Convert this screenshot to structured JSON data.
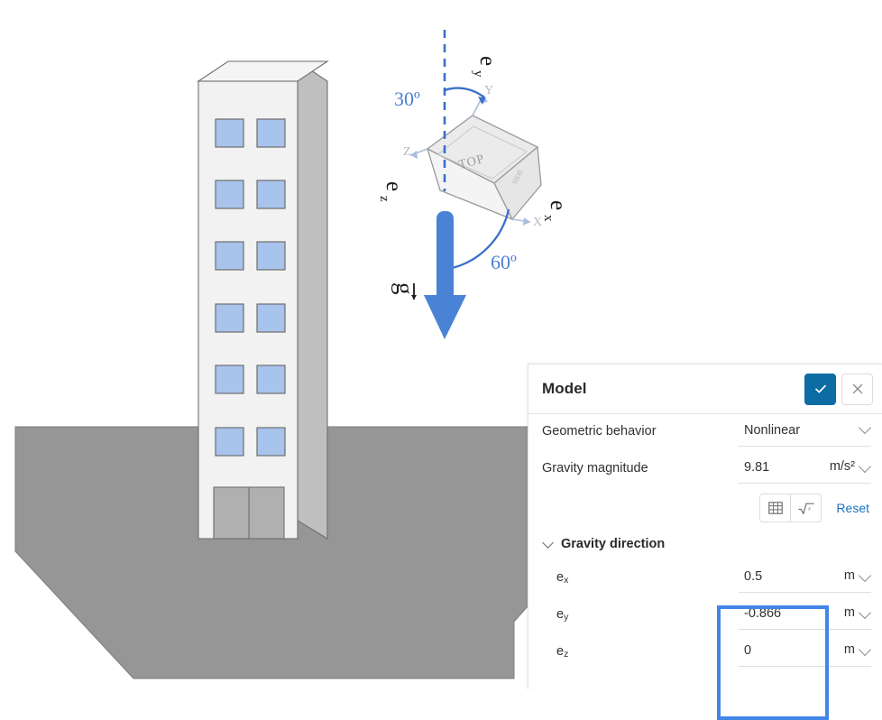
{
  "scene": {
    "name": "gravity-direction-3d-scene",
    "building": {
      "label": "multi-story-building",
      "floors": 6,
      "windows_per_floor": 2,
      "wall_color": "#f2f2f2",
      "side_color": "#bfbfbf",
      "window_color": "#a8c3ec",
      "outline_color": "#6e6e6e"
    },
    "ground": {
      "label": "ground-plane",
      "color": "#969696",
      "outline_color": "#7d7d7d"
    },
    "gravity_arrow": {
      "label": "gravity-vector-arrow",
      "text": "g",
      "color": "#4a83d6"
    },
    "view_cube": {
      "label": "orientation-view-cube",
      "face_text": "TOP",
      "axes": [
        "X",
        "Y",
        "Z"
      ],
      "face_color": "#f4f4f5",
      "edge_color": "#9a9a9c"
    },
    "annotations": [
      {
        "id": "angle-30",
        "text": "30º",
        "color": "#4a7fd4"
      },
      {
        "id": "angle-60",
        "text": "60º",
        "color": "#4a7fd4"
      }
    ],
    "axis_labels": [
      {
        "id": "e-y-label",
        "base": "e",
        "sub": "y"
      },
      {
        "id": "e-z-label",
        "base": "e",
        "sub": "z"
      },
      {
        "id": "e-x-label",
        "base": "e",
        "sub": "x"
      }
    ]
  },
  "panel": {
    "title": "Model",
    "accept_icon": "check-icon",
    "close_icon": "close-icon",
    "accent_color": "#0c6ca3",
    "highlight_color": "#4285e8",
    "properties": [
      {
        "label": "Geometric behavior",
        "value": "Nonlinear",
        "unit": "",
        "has_dropdown": true
      },
      {
        "label": "Gravity magnitude",
        "value": "9.81",
        "unit": "m/s²",
        "has_dropdown": true
      }
    ],
    "toolbar": {
      "table_icon": "table-icon",
      "formula_icon": "sqrt-function-icon",
      "reset_label": "Reset"
    },
    "gravity_direction": {
      "title": "Gravity direction",
      "expanded": true,
      "components": [
        {
          "base": "e",
          "sub": "x",
          "value": "0.5",
          "unit": "m"
        },
        {
          "base": "e",
          "sub": "y",
          "value": "-0.866",
          "unit": "m"
        },
        {
          "base": "e",
          "sub": "z",
          "value": "0",
          "unit": "m"
        }
      ]
    }
  }
}
